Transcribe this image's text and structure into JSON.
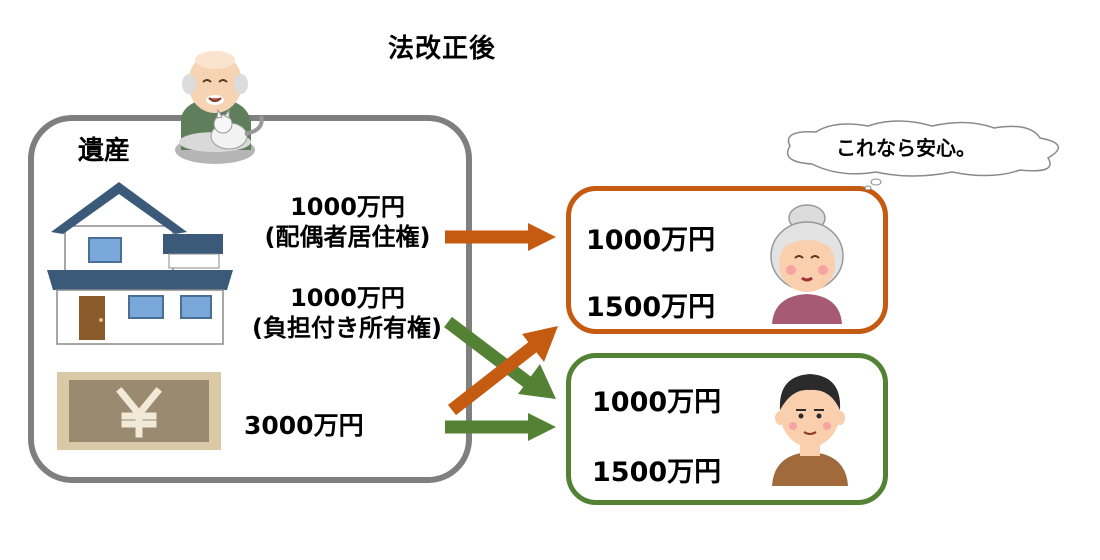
{
  "title": "法改正後",
  "estate": {
    "label": "遺産"
  },
  "items": {
    "residence_amount": "1000万円",
    "residence_type": "(配偶者居住権)",
    "ownership_amount": "1000万円",
    "ownership_type": "(負担付き所有権)",
    "cash_amount": "3000万円"
  },
  "spouse": {
    "speech": "これなら安心。",
    "value1": "1000万円",
    "value2": "1500万円"
  },
  "child": {
    "value1": "1000万円",
    "value2": "1500万円"
  },
  "colors": {
    "spouse": "#c55a11",
    "child": "#548235",
    "estate_border": "#7f7f7f"
  },
  "icons": [
    "grandfather-with-cat-icon",
    "house-icon",
    "yen-bill-icon",
    "grandmother-icon",
    "son-icon",
    "thought-cloud"
  ]
}
